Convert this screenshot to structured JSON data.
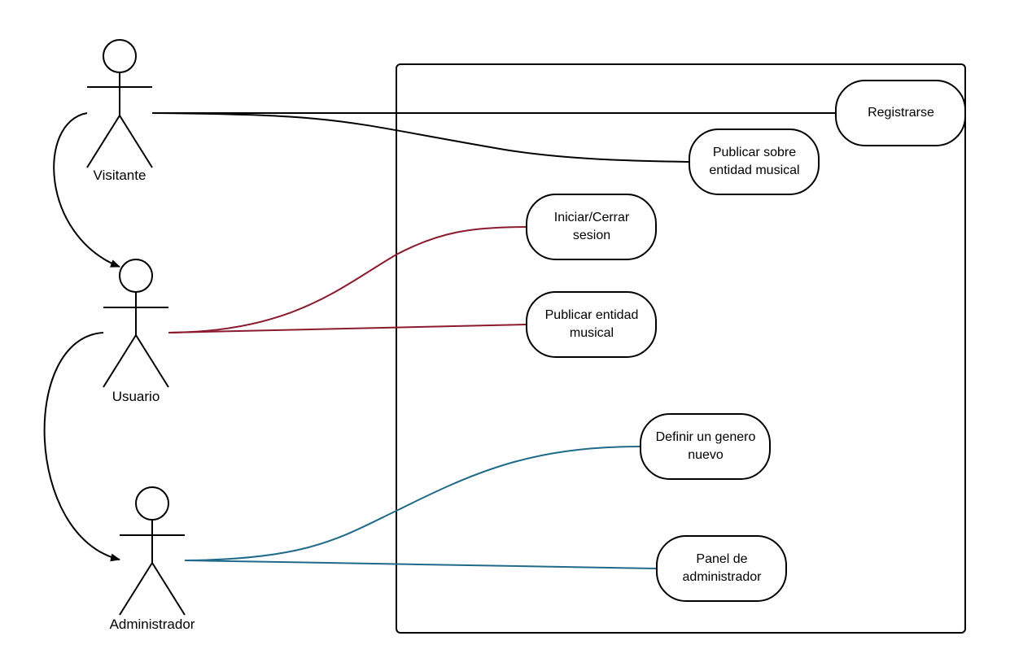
{
  "diagram": {
    "colors": {
      "outline": "#000000",
      "usuario_links": "#8b1a2e",
      "admin_links": "#1f6a8a",
      "background": "#ffffff"
    },
    "actors": {
      "visitante": {
        "label": "Visitante",
        "icon": "stick-figure-icon"
      },
      "usuario": {
        "label": "Usuario",
        "icon": "stick-figure-icon"
      },
      "administrador": {
        "label": "Administrador",
        "icon": "stick-figure-icon"
      }
    },
    "use_cases": {
      "registrarse": {
        "lines": [
          "Registrarse"
        ]
      },
      "publicar_sobre_entidad": {
        "lines": [
          "Publicar sobre",
          "entidad musical"
        ]
      },
      "iniciar_cerrar_sesion": {
        "lines": [
          "Iniciar/Cerrar",
          "sesion"
        ]
      },
      "publicar_entidad": {
        "lines": [
          "Publicar entidad",
          "musical"
        ]
      },
      "definir_genero": {
        "lines": [
          "Definir un genero",
          "nuevo"
        ]
      },
      "panel_administrador": {
        "lines": [
          "Panel de",
          "administrador"
        ]
      }
    },
    "associations": [
      {
        "from": "Visitante",
        "to": "Registrarse"
      },
      {
        "from": "Visitante",
        "to": "Publicar sobre entidad musical"
      },
      {
        "from": "Usuario",
        "to": "Iniciar/Cerrar sesion"
      },
      {
        "from": "Usuario",
        "to": "Publicar entidad musical"
      },
      {
        "from": "Administrador",
        "to": "Definir un genero nuevo"
      },
      {
        "from": "Administrador",
        "to": "Panel de administrador"
      }
    ],
    "generalizations": [
      {
        "from": "Visitante",
        "to": "Usuario"
      },
      {
        "from": "Usuario",
        "to": "Administrador"
      }
    ]
  }
}
